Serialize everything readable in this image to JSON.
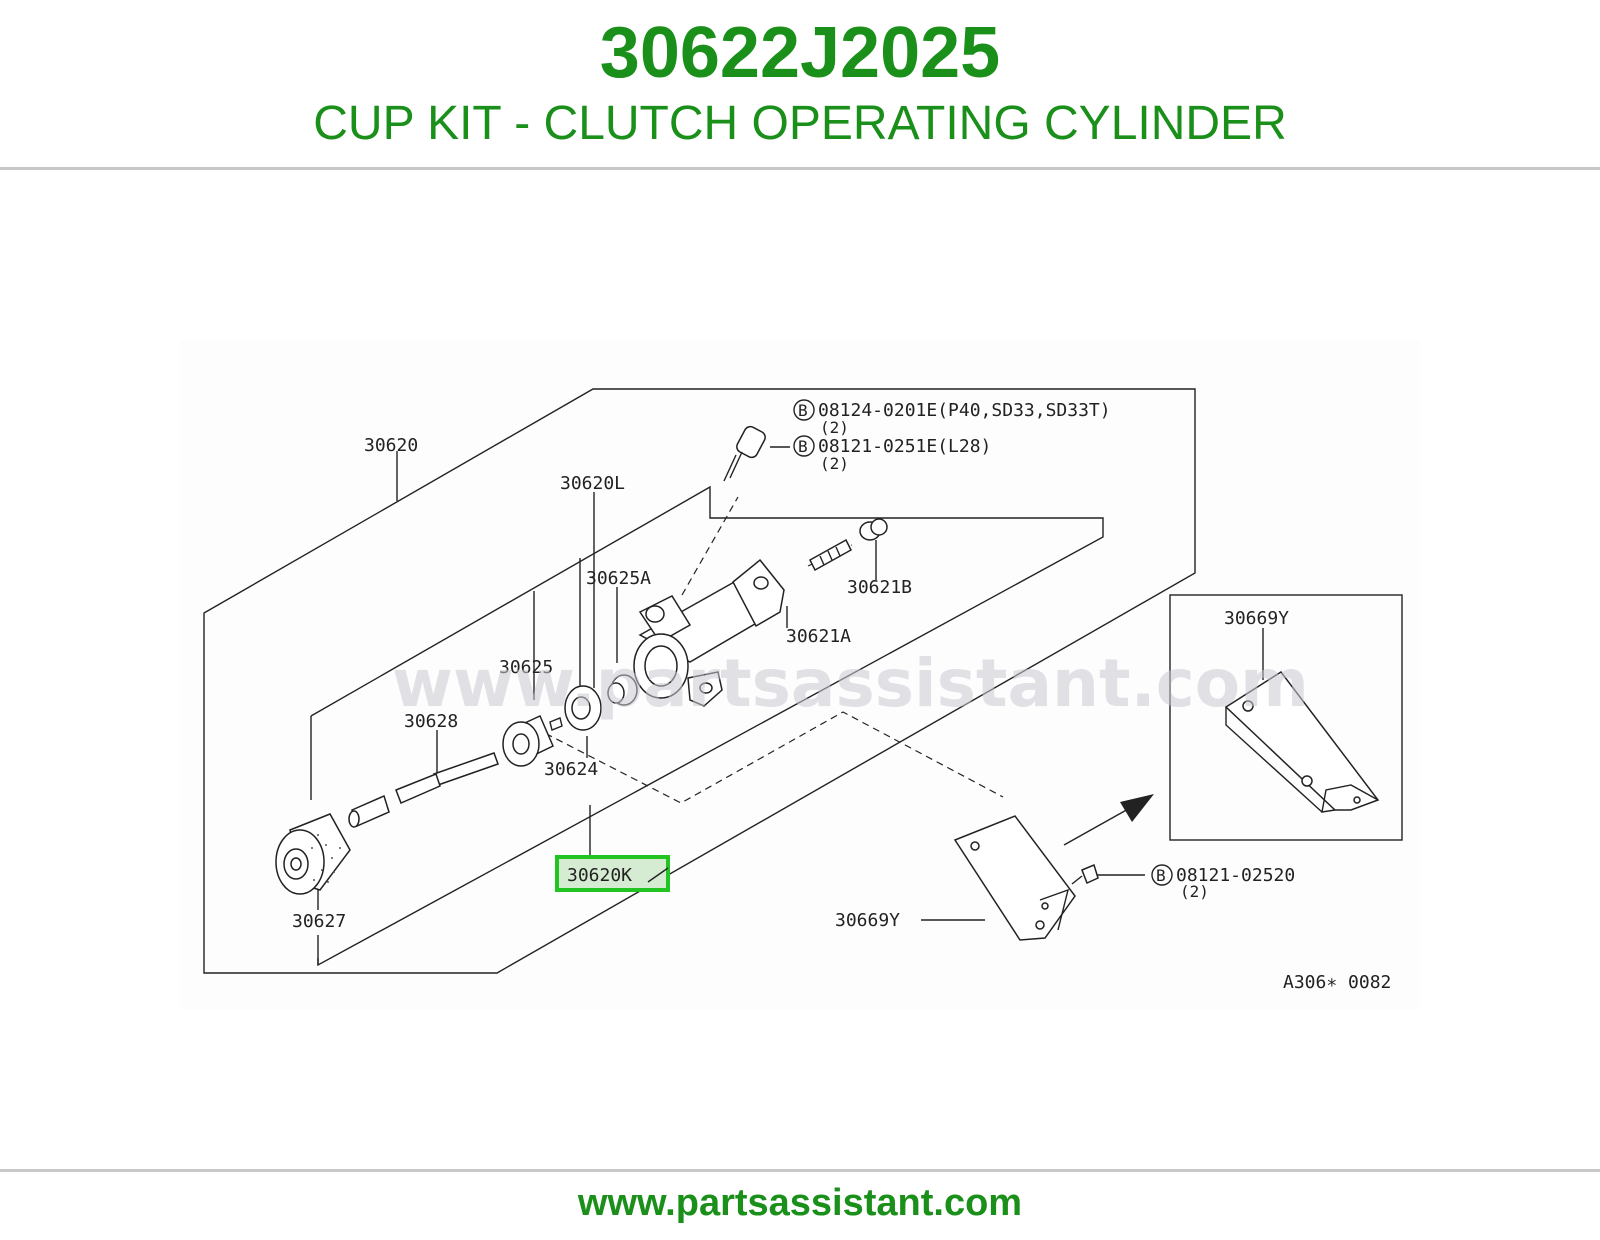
{
  "header": {
    "part_number": "30622J2025",
    "title": "CUP KIT - CLUTCH OPERATING CYLINDER"
  },
  "diagram": {
    "labels": {
      "p30620": "30620",
      "p30620L": "30620L",
      "p30625A": "30625A",
      "p30625": "30625",
      "p30628": "30628",
      "p30624": "30624",
      "p30620K": "30620K",
      "p30627": "30627",
      "p30621B": "30621B",
      "p30621A": "30621A",
      "p30669Y_inset": "30669Y",
      "p30669Y": "30669Y",
      "bolt1_line1": "08124-0201E(P40,SD33,SD33T)",
      "bolt1_line2": "(2)",
      "bolt2_line1": "08121-0251E(L28)",
      "bolt2_line2": "(2)",
      "bolt3_line1": "08121-02520",
      "bolt3_line2": "(2)",
      "bolt_marker": "B",
      "drawing_code": "A306∗ 0082"
    },
    "watermark": "www.partsassistant.com",
    "highlighted_part": "30620K",
    "highlight_color": "#22c422"
  },
  "footer": {
    "url": "www.partsassistant.com"
  },
  "colors": {
    "brand_green": "#1a8f1a",
    "rule_gray": "#c8c8c8"
  }
}
